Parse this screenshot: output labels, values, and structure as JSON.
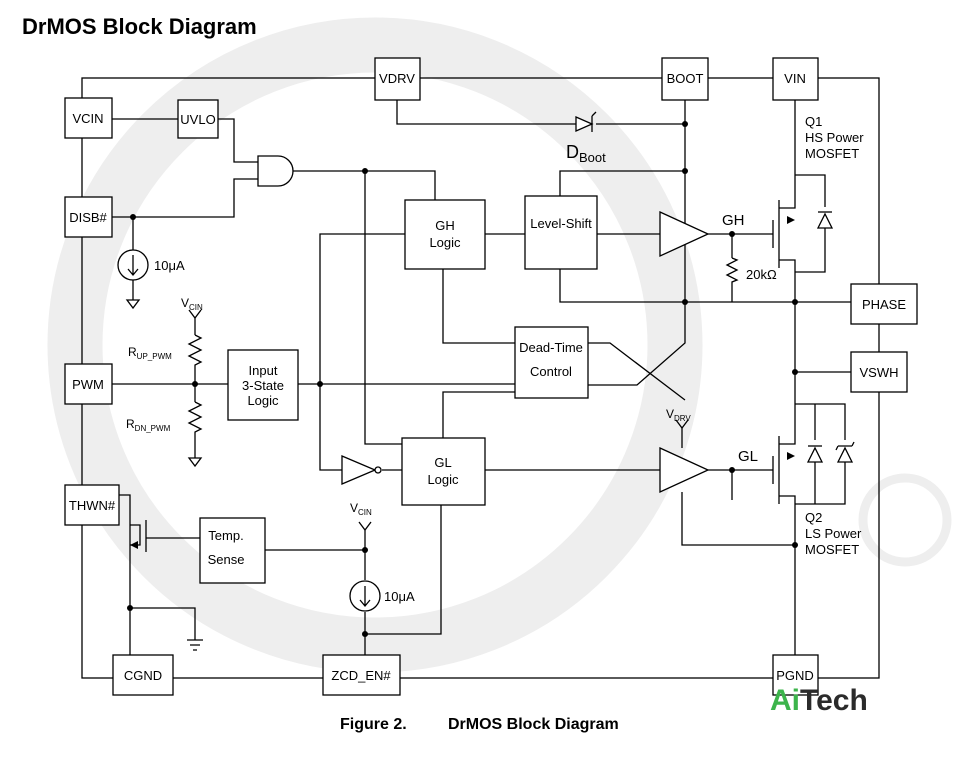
{
  "title": "DrMOS Block Diagram",
  "caption": {
    "number": "Figure 2.",
    "text": "DrMOS Block Diagram"
  },
  "pins": {
    "vcin": "VCIN",
    "disb": "DISB#",
    "pwm": "PWM",
    "thwn": "THWN#",
    "cgnd": "CGND",
    "zcd_en": "ZCD_EN#",
    "pgnd": "PGND",
    "vdrv": "VDRV",
    "boot": "BOOT",
    "vin": "VIN",
    "phase": "PHASE",
    "vswh": "VSWH"
  },
  "blocks": {
    "uvlo": "UVLO",
    "gh_logic": [
      "GH",
      "Logic"
    ],
    "level_shift": "Level-Shift",
    "dead_time": [
      "Dead-Time",
      "Control"
    ],
    "input_logic": [
      "Input",
      "3-State",
      "Logic"
    ],
    "gl_logic": [
      "GL",
      "Logic"
    ],
    "temp_sense": [
      "Temp.",
      "Sense"
    ]
  },
  "labels": {
    "dboot_main": "D",
    "dboot_sub": "Boot",
    "q1": [
      "Q1",
      "HS Power",
      "MOSFET"
    ],
    "q2": [
      "Q2",
      "LS Power",
      "MOSFET"
    ],
    "gh": "GH",
    "gl": "GL",
    "r20k": "20kΩ",
    "isrc_top": "10μA",
    "isrc_bottom": "10μA",
    "vcin_main": "V",
    "vcin_sub": "CIN",
    "vdrv_main": "V",
    "vdrv_sub": "DRV",
    "rup_main": "R",
    "rup_sub": "UP_PWM",
    "rdn_main": "R",
    "rdn_sub": "DN_PWM"
  },
  "logo": {
    "part1": "Ai",
    "part2": "Tech"
  },
  "colors": {
    "logo_green": "#3cb44b",
    "logo_dark": "#2b2b2b",
    "watermark": "#eeeeee"
  }
}
